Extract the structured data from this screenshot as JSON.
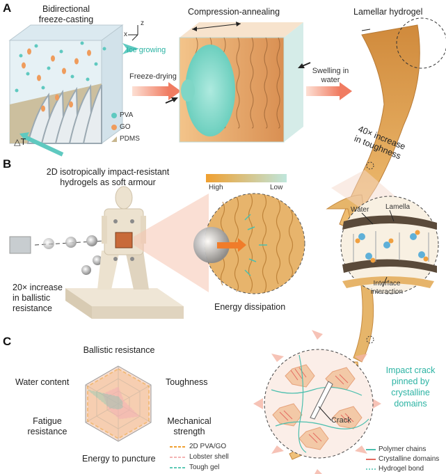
{
  "panels": {
    "a": "A",
    "b": "B",
    "c": "C"
  },
  "panel_a": {
    "freeze_casting": "Bidirectional\nfreeze-casting",
    "axis_x": "x",
    "axis_z": "z",
    "ice_growing": "Ice growing",
    "delta_t": "△T",
    "legend": {
      "pva": "PVA",
      "go": "GO",
      "pdms": "PDMS"
    },
    "freeze_drying": "Freeze-drying",
    "compression_annealing": "Compression-annealing",
    "lamellar_hydrogel": "Lamellar hydrogel",
    "swelling": "Swelling in\nwater",
    "toughness_increase": "40× increase\nin toughness"
  },
  "panel_b": {
    "title": "2D isotropically impact-resistant\nhydrogels as soft armour",
    "gradient_high": "High",
    "gradient_low": "Low",
    "ballistic_increase": "20× increase\nin ballistic\nresistance",
    "energy_dissipation": "Energy dissipation",
    "water": "Water",
    "lamella": "Lamella",
    "interface": "Interface\ninteraction"
  },
  "panel_c": {
    "axes": [
      "Ballistic resistance",
      "Toughness",
      "Mechanical\nstrength",
      "Energy to puncture",
      "Fatigue\nresistance",
      "Water content"
    ],
    "legend": [
      {
        "name": "2D PVA/GO",
        "color": "#f0a030"
      },
      {
        "name": "Lobster shell",
        "color": "#f3b3b3"
      },
      {
        "name": "Tough gel",
        "color": "#5cc9b5"
      }
    ]
  },
  "crack_panel": {
    "impact_text": "Impact crack\npinned by\ncrystalline\ndomains",
    "crack": "Crack",
    "legend": [
      {
        "name": "Polymer chains",
        "color": "#4bbfae"
      },
      {
        "name": "Crystalline domains",
        "color": "#e46a60"
      },
      {
        "name": "Hydrogel bond",
        "color": "#4bbfae"
      }
    ]
  },
  "colors": {
    "teal": "#2bb3a3",
    "orange": "#f0a030",
    "pink": "#f3b3b3",
    "salmon": "#f4a48c"
  }
}
